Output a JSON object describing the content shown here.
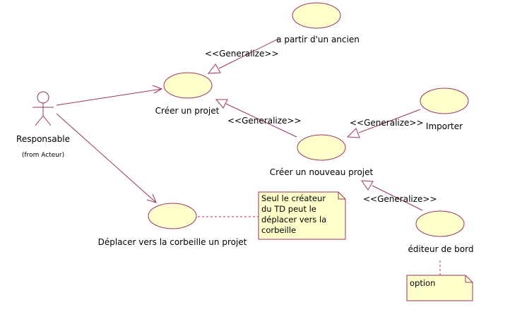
{
  "diagram": {
    "actor": {
      "name": "Responsable",
      "package": "(from Acteur)"
    },
    "use_cases": {
      "a_partir": "a partir d'un ancien",
      "creer_projet": "Créer un projet",
      "importer": "Importer",
      "creer_nouveau": "Créer un nouveau projet",
      "deplacer": "Déplacer vers la corbeille un projet",
      "editeur": "éditeur de bord"
    },
    "generalize_labels": {
      "g1": "<<Generalize>>",
      "g2": "<<Generalize>>",
      "g3": "<<Generalize>>",
      "g4": "<<Generalize>>"
    },
    "notes": {
      "creator_note": {
        "lines": [
          "Seul le créateur",
          "du TD peut le",
          "déplacer vers la",
          "corbeille"
        ]
      },
      "option_note": {
        "lines": [
          "option"
        ]
      }
    },
    "colors": {
      "ellipse_fill": "#ffffcc",
      "note_fill": "#ffffcc",
      "line": "#993366",
      "outline": "#993366"
    }
  }
}
